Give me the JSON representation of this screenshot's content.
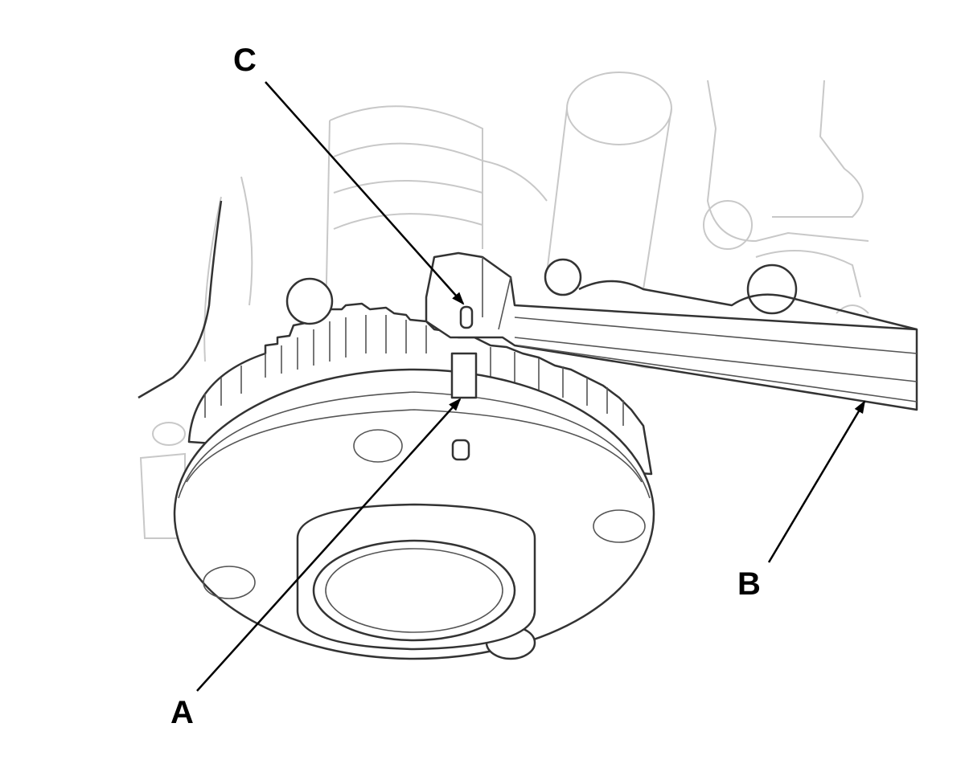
{
  "labels": {
    "a": "A",
    "b": "B",
    "c": "C"
  },
  "colors": {
    "background": "#ffffff",
    "faint_outline": "#c8c8c8",
    "part_outline": "#333333",
    "leader": "#000000"
  }
}
